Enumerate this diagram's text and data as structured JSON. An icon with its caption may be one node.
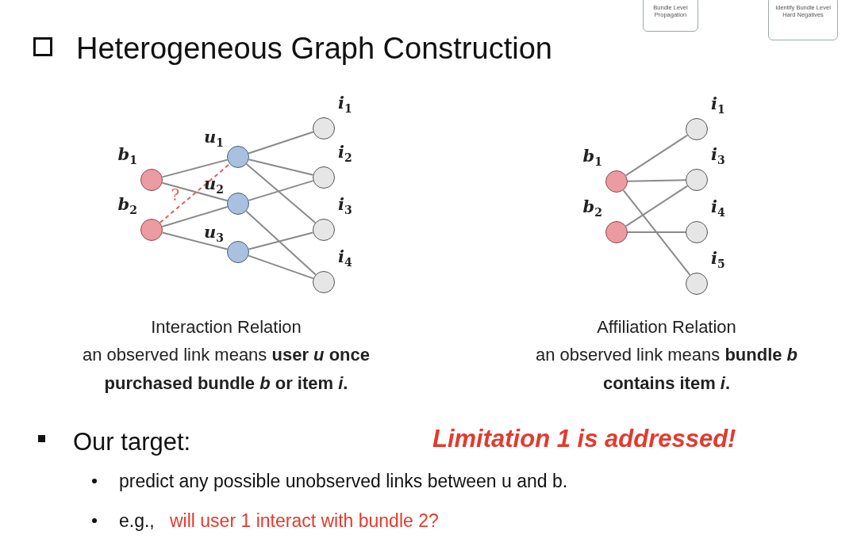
{
  "diagram": {
    "title": "Heterogeneous Graph Construction",
    "nodes": [
      {
        "text": [
          "Bundle Level Propagation"
        ]
      },
      {
        "text": [
          "Identify Bundle Level Hard Negatives"
        ]
      },
      {
        "text": [
          "b$_{1}$"
        ]
      },
      {
        "text": [
          "b$_{2}$"
        ]
      },
      {
        "text": [
          "u$_{1}$"
        ]
      },
      {
        "text": [
          "u$_{2}$"
        ]
      },
      {
        "text": [
          "u$_{3}$"
        ]
      },
      {
        "text": [
          "i$_{1}$"
        ]
      },
      {
        "text": [
          "i$_{2}$"
        ]
      },
      {
        "text": [
          "i$_{3}$"
        ]
      },
      {
        "text": [
          "i$_{4}$"
        ]
      },
      {
        "text": [
          "b$_{1}$"
        ]
      },
      {
        "text": [
          "b$_{2}$"
        ]
      },
      {
        "text": [
          "i$_{1}$"
        ]
      },
      {
        "text": [
          "i$_{3}$"
        ]
      },
      {
        "text": [
          "i$_{4}$"
        ]
      },
      {
        "text": [
          "i$_{5}$"
        ]
      }
    ],
    "edges": [
      {
        "from": 2,
        "to": 4,
        "arrow": "none"
      },
      {
        "from": 2,
        "to": 5,
        "arrow": "none"
      },
      {
        "from": 3,
        "to": 5,
        "arrow": "none"
      },
      {
        "from": 3,
        "to": 6,
        "arrow": "none"
      },
      {
        "from": 3,
        "to": 4,
        "arrow": "none",
        "style": "dashed",
        "color": "#e0605a",
        "label": "?"
      },
      {
        "from": 4,
        "to": 7,
        "arrow": "none"
      },
      {
        "from": 4,
        "to": 8,
        "arrow": "none"
      },
      {
        "from": 4,
        "to": 9,
        "arrow": "none"
      },
      {
        "from": 5,
        "to": 8,
        "arrow": "none"
      },
      {
        "from": 5,
        "to": 10,
        "arrow": "none"
      },
      {
        "from": 6,
        "to": 9,
        "arrow": "none"
      },
      {
        "from": 6,
        "to": 10,
        "arrow": "none"
      },
      {
        "from": 11,
        "to": 13,
        "arrow": "none"
      },
      {
        "from": 11,
        "to": 14,
        "arrow": "none"
      },
      {
        "from": 11,
        "to": 16,
        "arrow": "none"
      },
      {
        "from": 12,
        "to": 14,
        "arrow": "none"
      },
      {
        "from": 12,
        "to": 15,
        "arrow": "none"
      }
    ],
    "labels": [
      "Interaction Relation",
      "an observed link means **user *u* once purchased bundle *b* or item *i*.**",
      "Affiliation Relation",
      "an observed link means **bundle *b* contains item *i*.**",
      "Our target:",
      "Limitation 1 is addressed!",
      "predict any possible unobserved links between u and b.",
      "e.g.,",
      "will user 1 interact with bundle 2?"
    ]
  }
}
